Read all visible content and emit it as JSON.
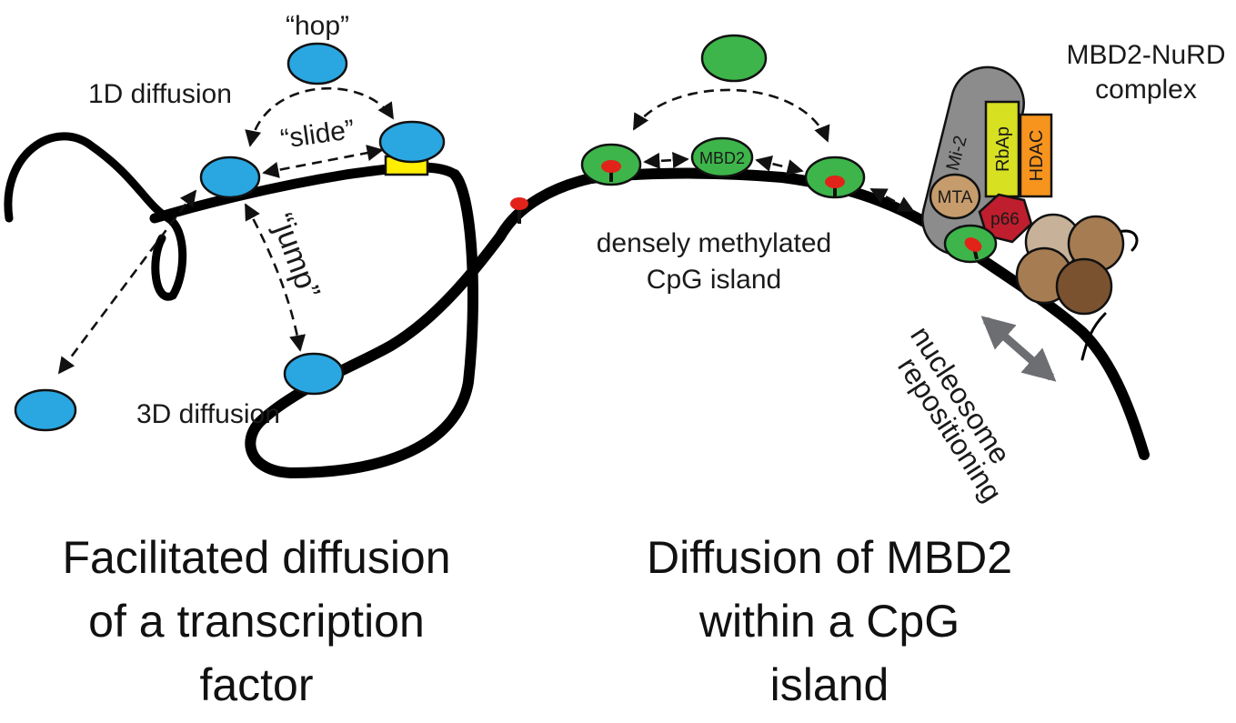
{
  "left_panel": {
    "labels": {
      "hop": "“hop”",
      "slide": "“slide”",
      "jump": "“jump”",
      "diffusion_1d": "1D diffusion",
      "diffusion_3d": "3D diffusion"
    },
    "caption": [
      "Facilitated diffusion",
      "of a transcription",
      "factor"
    ]
  },
  "right_panel": {
    "labels": {
      "mbd2": "MBD2",
      "cpg_line1": "densely methylated",
      "cpg_line2": "CpG island",
      "complex_line1": "MBD2-NuRD",
      "complex_line2": "complex",
      "mi2": "Mi-2",
      "rbap": "RbAp",
      "hdac": "HDAC",
      "mta": "MTA",
      "p66": "p66",
      "nuc_line1": "nucleosome",
      "nuc_line2": "repositioning"
    },
    "caption": [
      "Diffusion of MBD2",
      "within a CpG",
      "island"
    ]
  },
  "colors": {
    "tf_protein": "#2aa7e1",
    "mbd2_protein": "#3db54a",
    "methyl_mark": "#e2231a",
    "binding_site": "#ffee00",
    "mi2": "#8c8c8c",
    "rbap": "#d7e021",
    "hdac": "#f7941d",
    "mta": "#c69c6d",
    "p66": "#be1e2d",
    "nucleosome_light": "#c7b299",
    "nucleosome_mid": "#a67c52",
    "nucleosome_dark": "#7b5230"
  }
}
